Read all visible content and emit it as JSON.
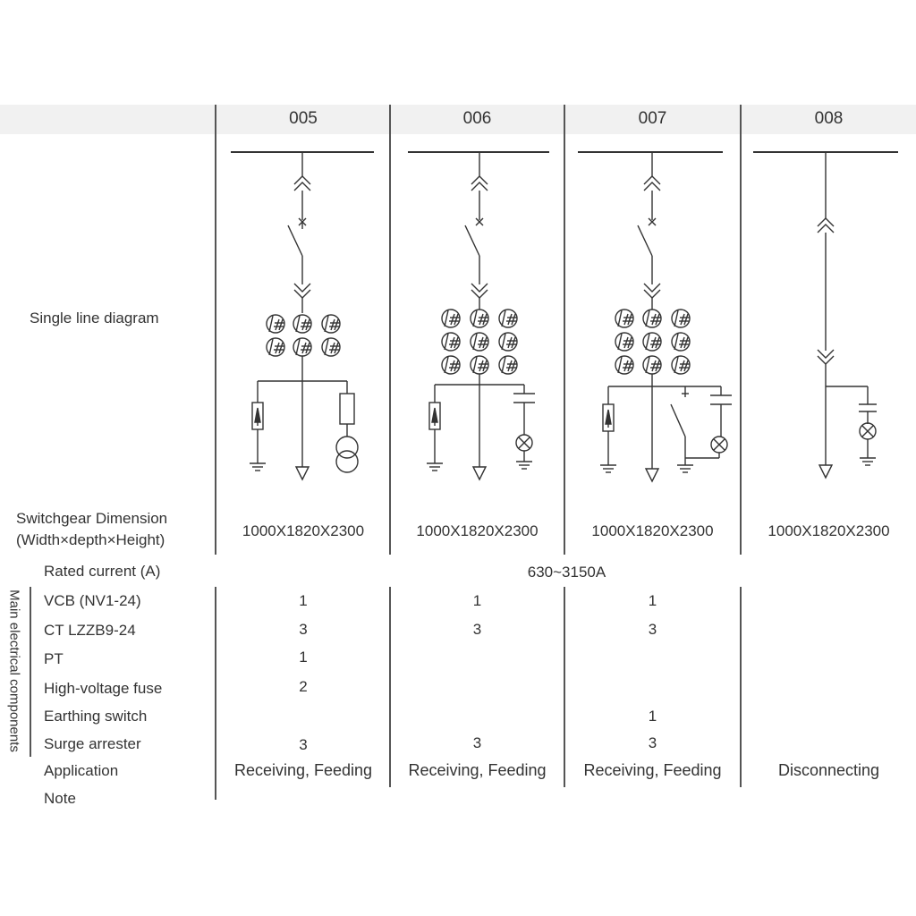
{
  "columns": [
    "005",
    "006",
    "007",
    "008"
  ],
  "row_labels": {
    "sld": "Single line diagram",
    "dim_line1": "Switchgear  Dimension",
    "dim_line2": "(Width×depth×Height)",
    "rated": "Rated  current  (A)",
    "vcb": "VCB  (NV1-24)",
    "ct": "CT  LZZB9-24",
    "pt": "PT",
    "fuse": "High-voltage  fuse",
    "earth": "Earthing  switch",
    "surge": "Surge  arrester",
    "application": "Application",
    "note": "Note"
  },
  "group_label": "Main electrical components",
  "dimensions": [
    "1000X1820X2300",
    "1000X1820X2300",
    "1000X1820X2300",
    "1000X1820X2300"
  ],
  "rated_current": "630~3150A",
  "vcb": [
    "1",
    "1",
    "1",
    ""
  ],
  "ct": [
    "3",
    "3",
    "3",
    ""
  ],
  "pt": [
    "1",
    "",
    "",
    ""
  ],
  "fuse": [
    "2",
    "",
    "",
    ""
  ],
  "earth": [
    "",
    "",
    "1",
    ""
  ],
  "surge": [
    "3",
    "3",
    "3",
    ""
  ],
  "application": [
    "Receiving, Feeding",
    "Receiving, Feeding",
    "Receiving, Feeding",
    "Disconnecting"
  ]
}
